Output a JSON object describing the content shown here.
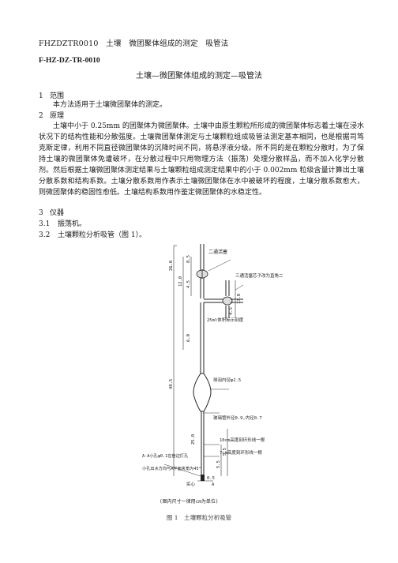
{
  "header": "FHZDZTR0010　土壤　微团聚体组成的测定　吸管法",
  "doc_code": "F-HZ-DZ-TR-0010",
  "title": "土壤—微团聚体组成的测定—吸管法",
  "sections": [
    {
      "num": "1",
      "label": "范围"
    },
    {
      "num": "2",
      "label": "原理"
    },
    {
      "num": "3",
      "label": "仪器"
    }
  ],
  "scope_text": "本方法适用于土壤微团聚体的测定。",
  "principle_text": "土壤中小于 0.25mm 的团聚体为微团聚体。土壤中由原生颗粒所形成的微团聚体标志着土壤在浸水状况下的结构性能和分散强度。土壤微团聚体测定与土壤颗粒组成吸管法测定基本相同，也是根据司笃克斯定律，利用不同直径微团聚体的沉降时间不同，将悬浮液分级。所不同的是在颗粒分散时，为了保持土壤的微团聚体免遭破坏，在分散过程中只用物理方法（振荡）处理分散样品，而不加入化学分散剂。然后根据土壤微团聚体测定结果与土壤颗粒组成测定结果中的小于 0.002mm 粒级含量计算出土壤分散系数和结构系数。土壤分散系数用作表示土壤微团聚体在水中被破坏的程度，土壤分散系数愈大，则微团聚体的稳固性愈低。土壤结构系数用作鉴定微团聚体的水稳定性。",
  "instruments": [
    {
      "num": "3.1",
      "text": "振荡机。"
    },
    {
      "num": "3.2",
      "text": "土壤颗粒分析吸管（图 1）。"
    }
  ],
  "figure": {
    "labels": {
      "two_way_valve": "二通活塞",
      "three_way_valve": "三通活塞芯子改为直角二通孔",
      "bulb": "25ml体积标示刻度",
      "bulb_diam": "球泡内径φ2.5",
      "tube": "玻璃管外径0.9,内径0.7",
      "mark10": "10cm高度刻环形线一根",
      "mark7": "7cm高度刻环形线一根",
      "holes": "A-A小孔φ0.1在管边打孔",
      "hole_dir": "小孔出水方向与A平面夹角为45°",
      "solid": "实心",
      "unit": "(图内尺寸一律用cm为单位)",
      "A": "A",
      "dims_left": [
        "26.0",
        "12.0",
        "8.5",
        "4.5",
        "6.0",
        "48.5",
        "25.0"
      ],
      "dims_right": [
        "13.0",
        "5.5",
        "5.5",
        "4.5",
        "0.5"
      ]
    },
    "caption": "图 1　土壤颗粒分析吸管"
  }
}
